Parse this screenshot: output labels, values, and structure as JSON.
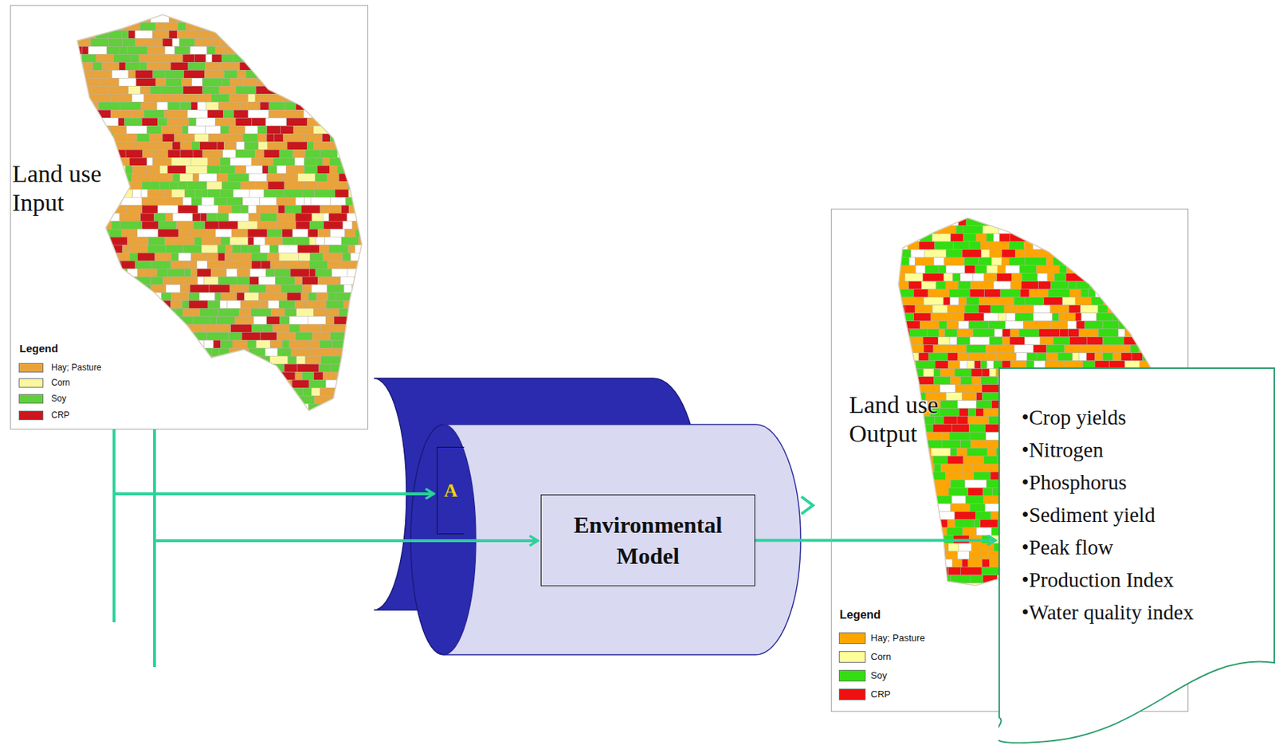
{
  "diagram": {
    "nodes": [
      {
        "text": [
          "Land use Input"
        ]
      },
      {
        "text": [
          "A"
        ]
      },
      {
        "text": [
          "Environmental Model"
        ]
      },
      {
        "text": [
          "Land use Output"
        ]
      },
      {
        "text": [
          "•Crop yields",
          "•Nitrogen",
          "•Phosphorus",
          "•Sediment yield",
          "•Peak flow",
          "•Production Index",
          "•Water quality index"
        ]
      }
    ],
    "edges": [
      {
        "from": 0,
        "to": 1,
        "arrow": "to"
      },
      {
        "from": 0,
        "to": 2,
        "arrow": "to"
      },
      {
        "from": 2,
        "to": 4,
        "arrow": "to"
      }
    ],
    "labels": [
      "Legend",
      "Legend"
    ],
    "legend": [
      {
        "text": "Hay; Pasture",
        "color": "#e8a33c"
      },
      {
        "text": "Corn",
        "color": "#fbf7a0"
      },
      {
        "text": "Soy",
        "color": "#5fcf3a"
      },
      {
        "text": "CRP",
        "color": "#c8161d"
      },
      {
        "text": "Hay; Pasture",
        "color": "#ffa500"
      },
      {
        "text": "Corn",
        "color": "#ffff99"
      },
      {
        "text": "Soy",
        "color": "#33dd11"
      },
      {
        "text": "CRP",
        "color": "#ee1111"
      }
    ]
  }
}
